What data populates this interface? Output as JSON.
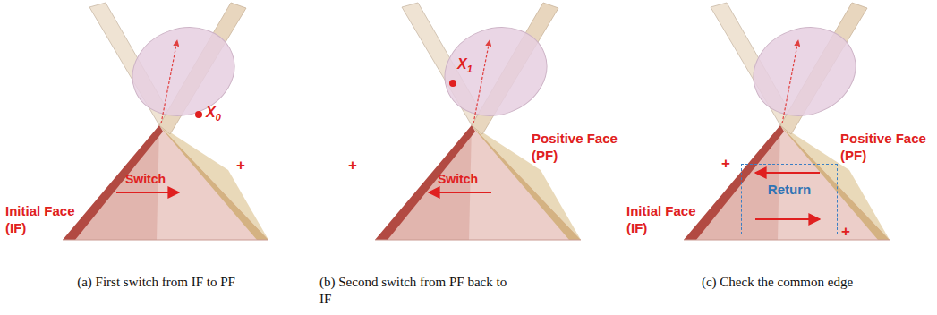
{
  "diagram": {
    "nodes": [
      {
        "text": [
          "Return"
        ]
      }
    ],
    "labels": [
      "X0",
      "Initial Face (IF)",
      "Switch",
      "+",
      "(a) First switch from IF to PF",
      "X1",
      "Positive Face (PF)",
      "+",
      "Switch",
      "(b) Second switch from PF back to IF",
      "Initial Face (IF)",
      "Positive Face (PF)",
      "+",
      "+",
      "(c) Check the common edge"
    ]
  }
}
